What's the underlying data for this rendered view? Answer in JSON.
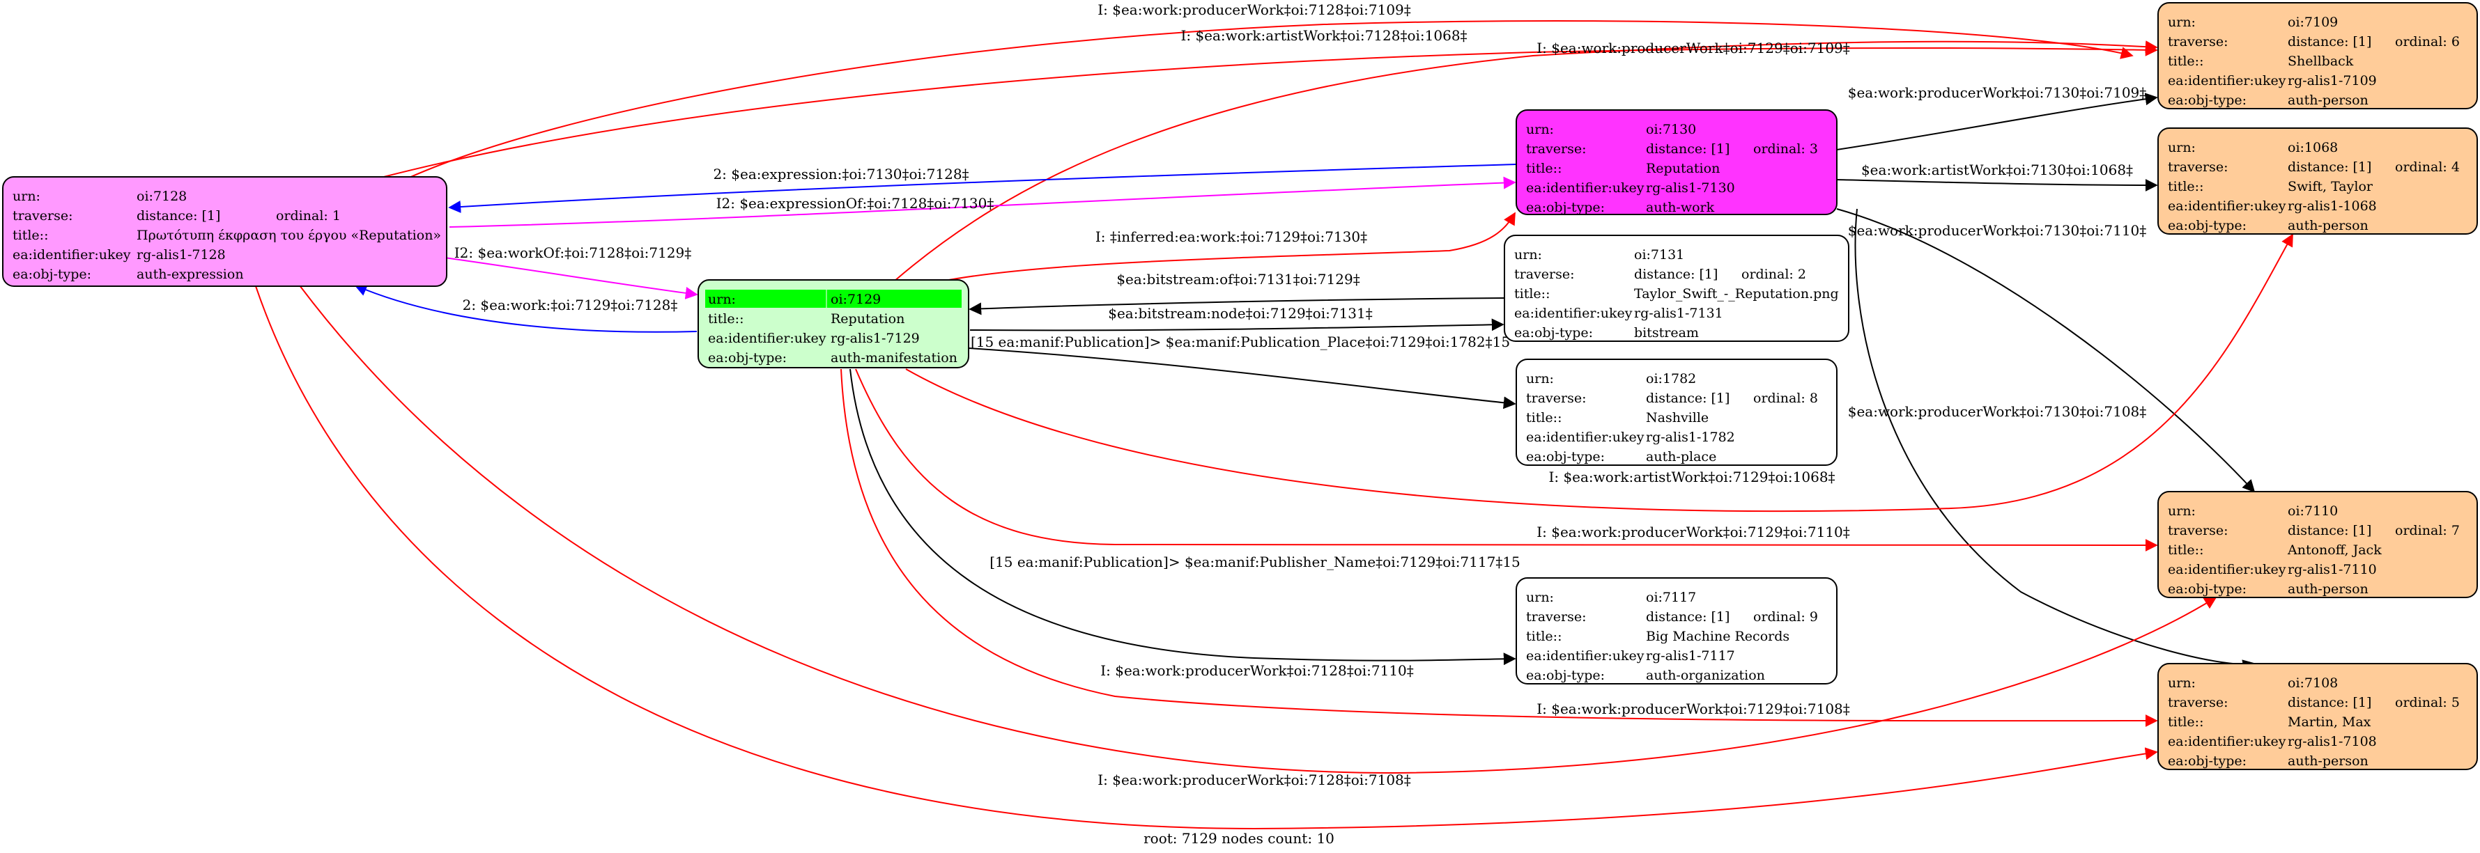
{
  "caption": "root: 7129 nodes count: 10",
  "colors": {
    "expression_fill": "#ff99ff",
    "work_fill": "#ff33ff",
    "manifestation_fill": "#ccffcc",
    "manifestation_highlight": "#00ff00",
    "person_fill": "#ffcc99",
    "plain_fill": "#ffffff",
    "edge_red": "#ff0000",
    "edge_blue": "#0000ff",
    "edge_magenta": "#ff00ff",
    "edge_black": "#000000"
  },
  "nodes": [
    {
      "id": "n7128",
      "fill": "expression_fill",
      "rows": [
        [
          "urn:",
          "oi:7128",
          ""
        ],
        [
          "traverse:",
          "distance: [1]",
          "ordinal: 1"
        ],
        [
          "title::",
          "Πρωτότυπη έκφραση του έργου «Reputation»",
          ""
        ],
        [
          "ea:identifier:ukey",
          "rg-alis1-7128",
          ""
        ],
        [
          "ea:obj-type:",
          "auth-expression",
          ""
        ]
      ]
    },
    {
      "id": "n7129",
      "fill": "manifestation_fill",
      "rows": [
        [
          "urn:",
          "oi:7129",
          ""
        ],
        [
          "title::",
          "Reputation",
          ""
        ],
        [
          "ea:identifier:ukey",
          "rg-alis1-7129",
          ""
        ],
        [
          "ea:obj-type:",
          "auth-manifestation",
          ""
        ]
      ]
    },
    {
      "id": "n7130",
      "fill": "work_fill",
      "rows": [
        [
          "urn:",
          "oi:7130",
          ""
        ],
        [
          "traverse:",
          "distance: [1]",
          "ordinal: 3"
        ],
        [
          "title::",
          "Reputation",
          ""
        ],
        [
          "ea:identifier:ukey",
          "rg-alis1-7130",
          ""
        ],
        [
          "ea:obj-type:",
          "auth-work",
          ""
        ]
      ]
    },
    {
      "id": "n7131",
      "fill": "plain_fill",
      "rows": [
        [
          "urn:",
          "oi:7131",
          ""
        ],
        [
          "traverse:",
          "distance: [1]",
          "ordinal: 2"
        ],
        [
          "title::",
          "Taylor_Swift_-_Reputation.png",
          ""
        ],
        [
          "ea:identifier:ukey",
          "rg-alis1-7131",
          ""
        ],
        [
          "ea:obj-type:",
          "bitstream",
          ""
        ]
      ]
    },
    {
      "id": "n1782",
      "fill": "plain_fill",
      "rows": [
        [
          "urn:",
          "oi:1782",
          ""
        ],
        [
          "traverse:",
          "distance: [1]",
          "ordinal: 8"
        ],
        [
          "title::",
          "Nashville",
          ""
        ],
        [
          "ea:identifier:ukey",
          "rg-alis1-1782",
          ""
        ],
        [
          "ea:obj-type:",
          "auth-place",
          ""
        ]
      ]
    },
    {
      "id": "n7117",
      "fill": "plain_fill",
      "rows": [
        [
          "urn:",
          "oi:7117",
          ""
        ],
        [
          "traverse:",
          "distance: [1]",
          "ordinal: 9"
        ],
        [
          "title::",
          "Big Machine Records",
          ""
        ],
        [
          "ea:identifier:ukey",
          "rg-alis1-7117",
          ""
        ],
        [
          "ea:obj-type:",
          "auth-organization",
          ""
        ]
      ]
    },
    {
      "id": "n7109",
      "fill": "person_fill",
      "rows": [
        [
          "urn:",
          "oi:7109",
          ""
        ],
        [
          "traverse:",
          "distance: [1]",
          "ordinal: 6"
        ],
        [
          "title::",
          "Shellback",
          ""
        ],
        [
          "ea:identifier:ukey",
          "rg-alis1-7109",
          ""
        ],
        [
          "ea:obj-type:",
          "auth-person",
          ""
        ]
      ]
    },
    {
      "id": "n1068",
      "fill": "person_fill",
      "rows": [
        [
          "urn:",
          "oi:1068",
          ""
        ],
        [
          "traverse:",
          "distance: [1]",
          "ordinal: 4"
        ],
        [
          "title::",
          "Swift, Taylor",
          ""
        ],
        [
          "ea:identifier:ukey",
          "rg-alis1-1068",
          ""
        ],
        [
          "ea:obj-type:",
          "auth-person",
          ""
        ]
      ]
    },
    {
      "id": "n7110",
      "fill": "person_fill",
      "rows": [
        [
          "urn:",
          "oi:7110",
          ""
        ],
        [
          "traverse:",
          "distance: [1]",
          "ordinal: 7"
        ],
        [
          "title::",
          "Antonoff, Jack",
          ""
        ],
        [
          "ea:identifier:ukey",
          "rg-alis1-7110",
          ""
        ],
        [
          "ea:obj-type:",
          "auth-person",
          ""
        ]
      ]
    },
    {
      "id": "n7108",
      "fill": "person_fill",
      "rows": [
        [
          "urn:",
          "oi:7108",
          ""
        ],
        [
          "traverse:",
          "distance: [1]",
          "ordinal: 5"
        ],
        [
          "title::",
          "Martin, Max",
          ""
        ],
        [
          "ea:identifier:ukey",
          "rg-alis1-7108",
          ""
        ],
        [
          "ea:obj-type:",
          "auth-person",
          ""
        ]
      ]
    }
  ],
  "edges": [
    {
      "id": "e1",
      "label": "I: $ea:work:producerWork‡oi:7128‡oi:7109‡",
      "color": "edge_red"
    },
    {
      "id": "e2",
      "label": "I: $ea:work:artistWork‡oi:7128‡oi:1068‡",
      "color": "edge_red"
    },
    {
      "id": "e3",
      "label": "I: $ea:work:producerWork‡oi:7129‡oi:7109‡",
      "color": "edge_red"
    },
    {
      "id": "e4",
      "label": "2: $ea:expression:‡oi:7130‡oi:7128‡",
      "color": "edge_blue"
    },
    {
      "id": "e5",
      "label": "I2: $ea:expressionOf:‡oi:7128‡oi:7130‡",
      "color": "edge_magenta"
    },
    {
      "id": "e6",
      "label": "I2: $ea:workOf:‡oi:7128‡oi:7129‡",
      "color": "edge_magenta"
    },
    {
      "id": "e7",
      "label": "2: $ea:work:‡oi:7129‡oi:7128‡",
      "color": "edge_blue"
    },
    {
      "id": "e8",
      "label": "I: ‡inferred:ea:work:‡oi:7129‡oi:7130‡",
      "color": "edge_red"
    },
    {
      "id": "e9",
      "label": "$ea:bitstream:of‡oi:7131‡oi:7129‡",
      "color": "edge_black"
    },
    {
      "id": "e10",
      "label": "$ea:bitstream:node‡oi:7129‡oi:7131‡",
      "color": "edge_black"
    },
    {
      "id": "e11",
      "label": "[15 ea:manif:Publication]> $ea:manif:Publication_Place‡oi:7129‡oi:1782‡15",
      "color": "edge_black"
    },
    {
      "id": "e12",
      "label": "$ea:work:producerWork‡oi:7130‡oi:7109‡",
      "color": "edge_black"
    },
    {
      "id": "e13",
      "label": "$ea:work:artistWork‡oi:7130‡oi:1068‡",
      "color": "edge_black"
    },
    {
      "id": "e14",
      "label": "$ea:work:producerWork‡oi:7130‡oi:7110‡",
      "color": "edge_black"
    },
    {
      "id": "e15",
      "label": "$ea:work:producerWork‡oi:7130‡oi:7108‡",
      "color": "edge_black"
    },
    {
      "id": "e16",
      "label": "I: $ea:work:artistWork‡oi:7129‡oi:1068‡",
      "color": "edge_red"
    },
    {
      "id": "e17",
      "label": "I: $ea:work:producerWork‡oi:7129‡oi:7110‡",
      "color": "edge_red"
    },
    {
      "id": "e18",
      "label": "[15 ea:manif:Publication]> $ea:manif:Publisher_Name‡oi:7129‡oi:7117‡15",
      "color": "edge_black"
    },
    {
      "id": "e19",
      "label": "I: $ea:work:producerWork‡oi:7128‡oi:7110‡",
      "color": "edge_red"
    },
    {
      "id": "e20",
      "label": "I: $ea:work:producerWork‡oi:7129‡oi:7108‡",
      "color": "edge_red"
    },
    {
      "id": "e21",
      "label": "I: $ea:work:producerWork‡oi:7128‡oi:7108‡",
      "color": "edge_red"
    }
  ]
}
